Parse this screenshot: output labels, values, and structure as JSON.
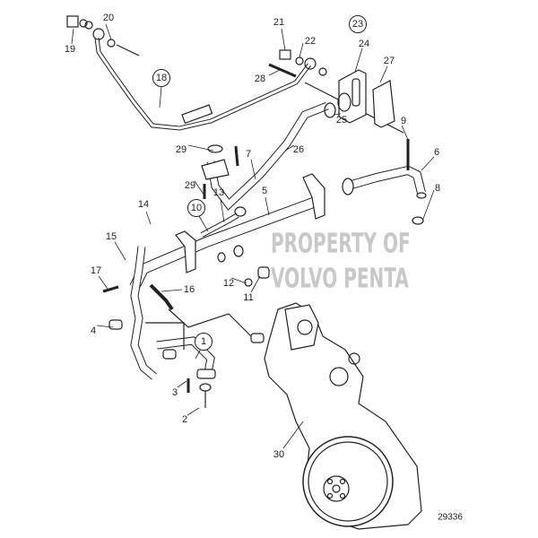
{
  "diagram": {
    "figure_number": "29336",
    "watermark": [
      "PROPERTY OF",
      "VOLVO PENTA"
    ],
    "callouts": [
      "1",
      "2",
      "3",
      "4",
      "5",
      "6",
      "7",
      "8",
      "9",
      "10",
      "11",
      "12",
      "13",
      "14",
      "15",
      "16",
      "17",
      "18",
      "19",
      "20",
      "21",
      "22",
      "23",
      "24",
      "25",
      "26",
      "27",
      "28",
      "29",
      "29",
      "30"
    ]
  }
}
